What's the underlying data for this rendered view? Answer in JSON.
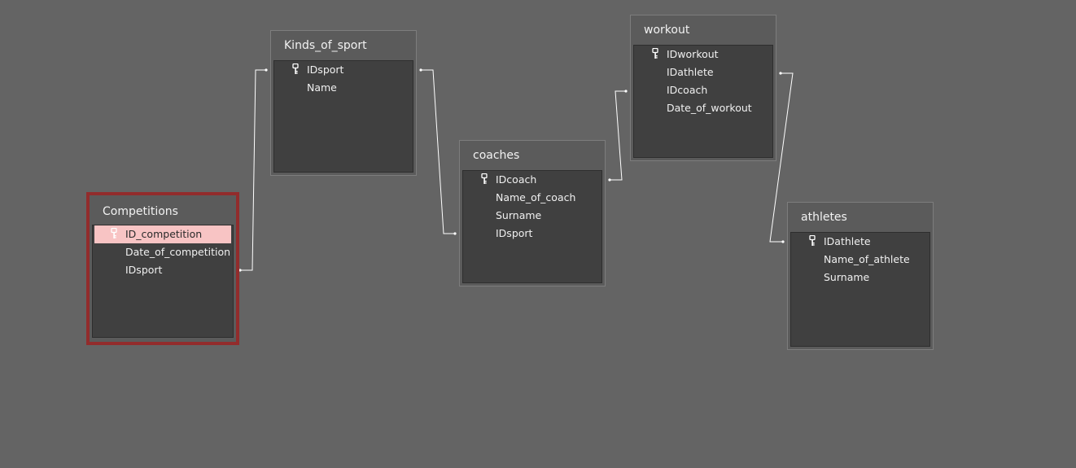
{
  "colors": {
    "canvas": "#646464",
    "table_body": "#404040",
    "selected_border": "#922c2c",
    "highlight_row": "#f8c4c4",
    "relation_line": "#ffffff"
  },
  "tables": {
    "competitions": {
      "title": "Competitions",
      "fields": [
        "ID_competition",
        "Date_of_competition",
        "IDsport"
      ],
      "primary_key": "ID_competition",
      "selected": true,
      "highlighted_field": "ID_competition"
    },
    "kinds_of_sport": {
      "title": "Kinds_of_sport",
      "fields": [
        "IDsport",
        "Name"
      ],
      "primary_key": "IDsport"
    },
    "coaches": {
      "title": "coaches",
      "fields": [
        "IDcoach",
        "Name_of_coach",
        "Surname",
        "IDsport"
      ],
      "primary_key": "IDcoach"
    },
    "workout": {
      "title": "workout",
      "fields": [
        "IDworkout",
        "IDathlete",
        "IDcoach",
        "Date_of_workout"
      ],
      "primary_key": "IDworkout"
    },
    "athletes": {
      "title": "athletes",
      "fields": [
        "IDathlete",
        "Name_of_athlete",
        "Surname"
      ],
      "primary_key": "IDathlete"
    }
  },
  "key_icon": "key-icon"
}
